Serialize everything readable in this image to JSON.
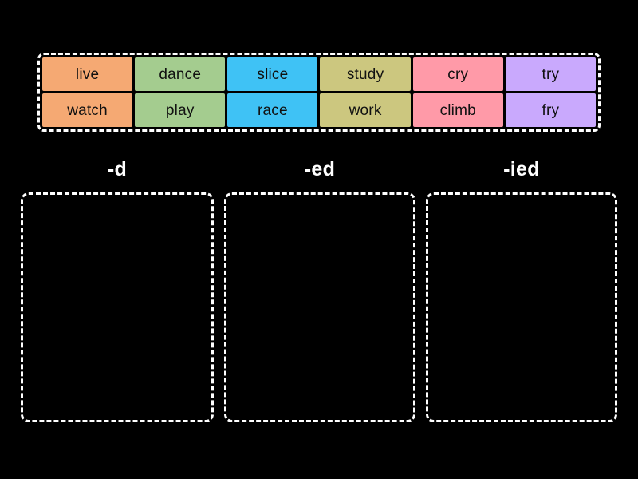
{
  "activity": {
    "type": "group-sort-drag-and-drop",
    "background_color": "#000000",
    "outline_color": "#ffffff"
  },
  "word_bank": {
    "name": "word-bank",
    "columns": [
      {
        "color": "#f5a973",
        "words": [
          "live",
          "watch"
        ]
      },
      {
        "color": "#a4cc8f",
        "words": [
          "dance",
          "play"
        ]
      },
      {
        "color": "#3fc2f5",
        "words": [
          "slice",
          "race"
        ]
      },
      {
        "color": "#ccc77f",
        "words": [
          "study",
          "work"
        ]
      },
      {
        "color": "#ff9aa8",
        "words": [
          "cry",
          "climb"
        ]
      },
      {
        "color": "#c9a9fd",
        "words": [
          "try",
          "fry"
        ]
      }
    ],
    "tiles": [
      {
        "label": "live",
        "color": "#f5a973",
        "row": 0,
        "col": 0
      },
      {
        "label": "dance",
        "color": "#a4cc8f",
        "row": 0,
        "col": 1
      },
      {
        "label": "slice",
        "color": "#3fc2f5",
        "row": 0,
        "col": 2
      },
      {
        "label": "study",
        "color": "#ccc77f",
        "row": 0,
        "col": 3
      },
      {
        "label": "cry",
        "color": "#ff9aa8",
        "row": 0,
        "col": 4
      },
      {
        "label": "try",
        "color": "#c9a9fd",
        "row": 0,
        "col": 5
      },
      {
        "label": "watch",
        "color": "#f5a973",
        "row": 1,
        "col": 0
      },
      {
        "label": "play",
        "color": "#a4cc8f",
        "row": 1,
        "col": 1
      },
      {
        "label": "race",
        "color": "#3fc2f5",
        "row": 1,
        "col": 2
      },
      {
        "label": "work",
        "color": "#ccc77f",
        "row": 1,
        "col": 3
      },
      {
        "label": "climb",
        "color": "#ff9aa8",
        "row": 1,
        "col": 4
      },
      {
        "label": "fry",
        "color": "#c9a9fd",
        "row": 1,
        "col": 5
      }
    ]
  },
  "categories": [
    {
      "label": "-d",
      "items": []
    },
    {
      "label": "-ed",
      "items": []
    },
    {
      "label": "-ied",
      "items": []
    }
  ]
}
